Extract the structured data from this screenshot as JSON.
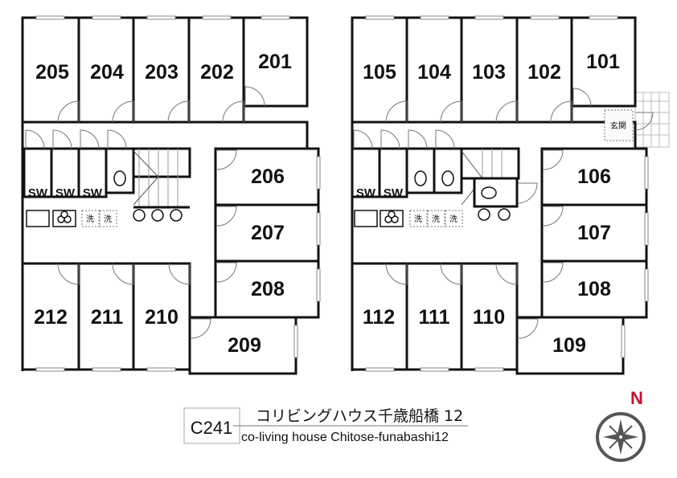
{
  "building_left": {
    "rooms": [
      "205",
      "204",
      "203",
      "202",
      "201",
      "206",
      "207",
      "208",
      "209",
      "212",
      "211",
      "210"
    ],
    "shower_label": "SW",
    "laundry_label": "洗"
  },
  "building_right": {
    "rooms": [
      "105",
      "104",
      "103",
      "102",
      "101",
      "106",
      "107",
      "108",
      "109",
      "112",
      "111",
      "110"
    ],
    "shower_label": "SW",
    "laundry_label": "洗",
    "entrance_label": "玄関"
  },
  "title": {
    "code": "C241",
    "name_jp": "コリビングハウス千歳船橋 12",
    "name_en": "co-living house Chitose-funabashi12"
  },
  "compass": {
    "north_label": "N",
    "north_color": "#c8102e"
  }
}
